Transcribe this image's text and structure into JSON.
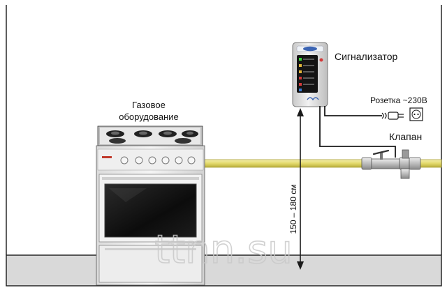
{
  "labels": {
    "stove_line1": "Газовое",
    "stove_line2": "оборудование",
    "detector": "Сигнализатор",
    "socket": "Розетка ~230В",
    "valve": "Клапан",
    "height": "150 – 180 см"
  },
  "watermark": "ttnn.su",
  "colors": {
    "pipe": "#e2d96a",
    "pipe_edge": "#b3a93a",
    "floor": "#d9d9d9",
    "line": "#1a1a1a"
  }
}
